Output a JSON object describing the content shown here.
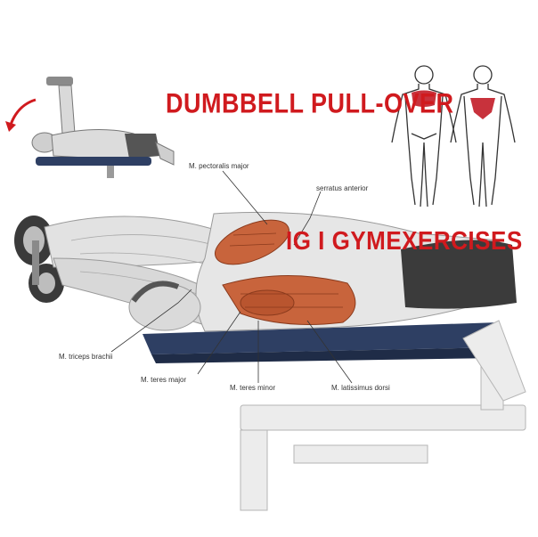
{
  "title": "DUMBBELL PULL-OVER",
  "watermark": "IG I GYMEXERCISES",
  "labels": {
    "pectoralis_major": "M. pectoralis major",
    "serratus_anterior": "serratus anterior",
    "triceps_brachii": "M. triceps brachii",
    "teres_major": "M. teres major",
    "teres_minor": "M. teres minor",
    "latissimus_dorsi": "M. latissimus dorsi"
  },
  "colors": {
    "title_red": "#d01a1e",
    "muscle": "#c8643c",
    "bench_pad": "#2e3f63"
  }
}
